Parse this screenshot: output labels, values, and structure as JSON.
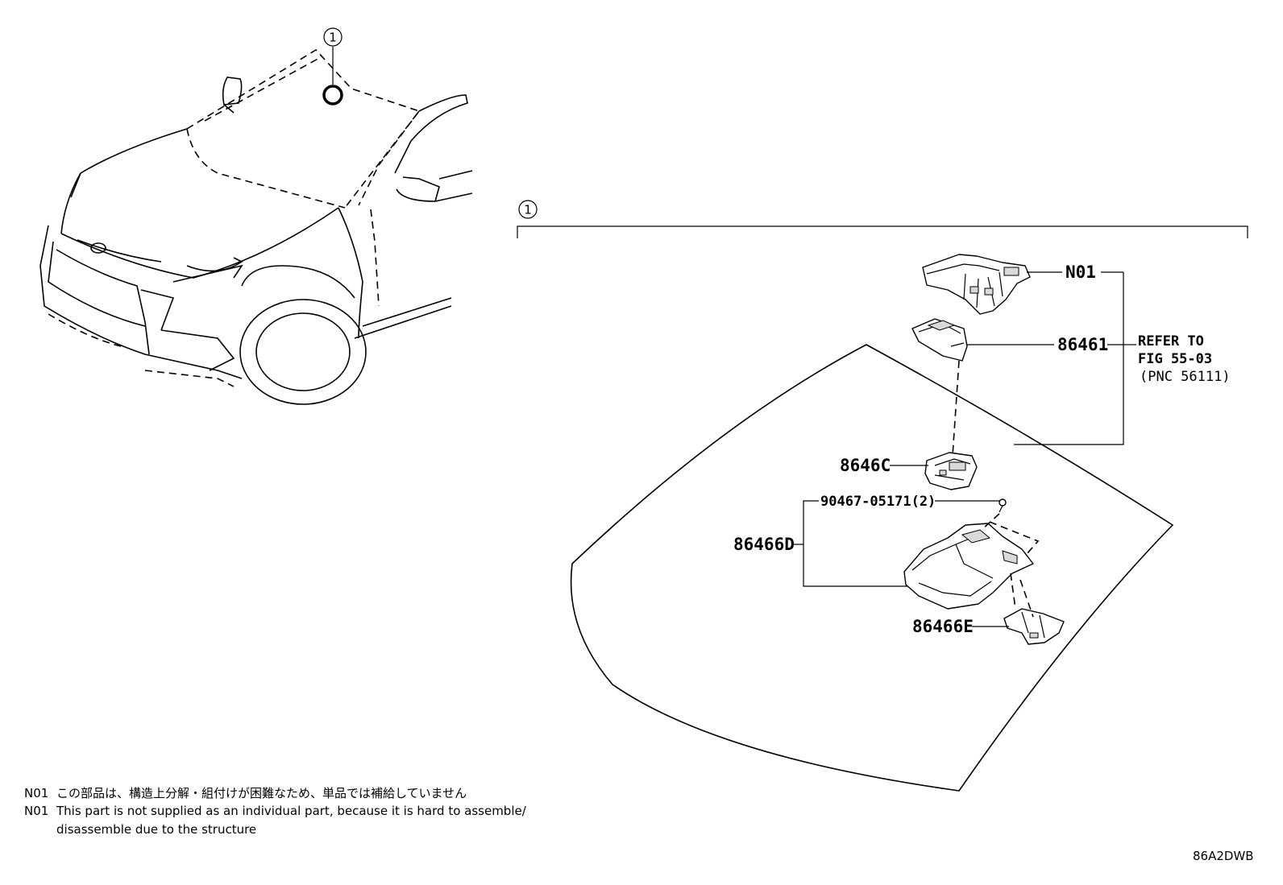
{
  "callouts": {
    "vehicle": "1",
    "group": "1"
  },
  "parts": {
    "n01": "N01",
    "p86461": "86461",
    "p8646C": "8646C",
    "p90467": "90467-05171(2)",
    "p86466D": "86466D",
    "p86466E": "86466E"
  },
  "refer": {
    "line1": "REFER TO",
    "line2": "FIG 55-03",
    "line3": "(PNC 56111)"
  },
  "notes": [
    {
      "tag": "N01",
      "text": "この部品は、構造上分解・組付けが困難なため、単品では補給していません"
    },
    {
      "tag": "N01",
      "text": "This part is not supplied as an individual part, because it is hard to assemble/"
    },
    {
      "tag": "",
      "text": "disassemble due to the structure"
    }
  ],
  "diagram_code": "86A2DWB"
}
